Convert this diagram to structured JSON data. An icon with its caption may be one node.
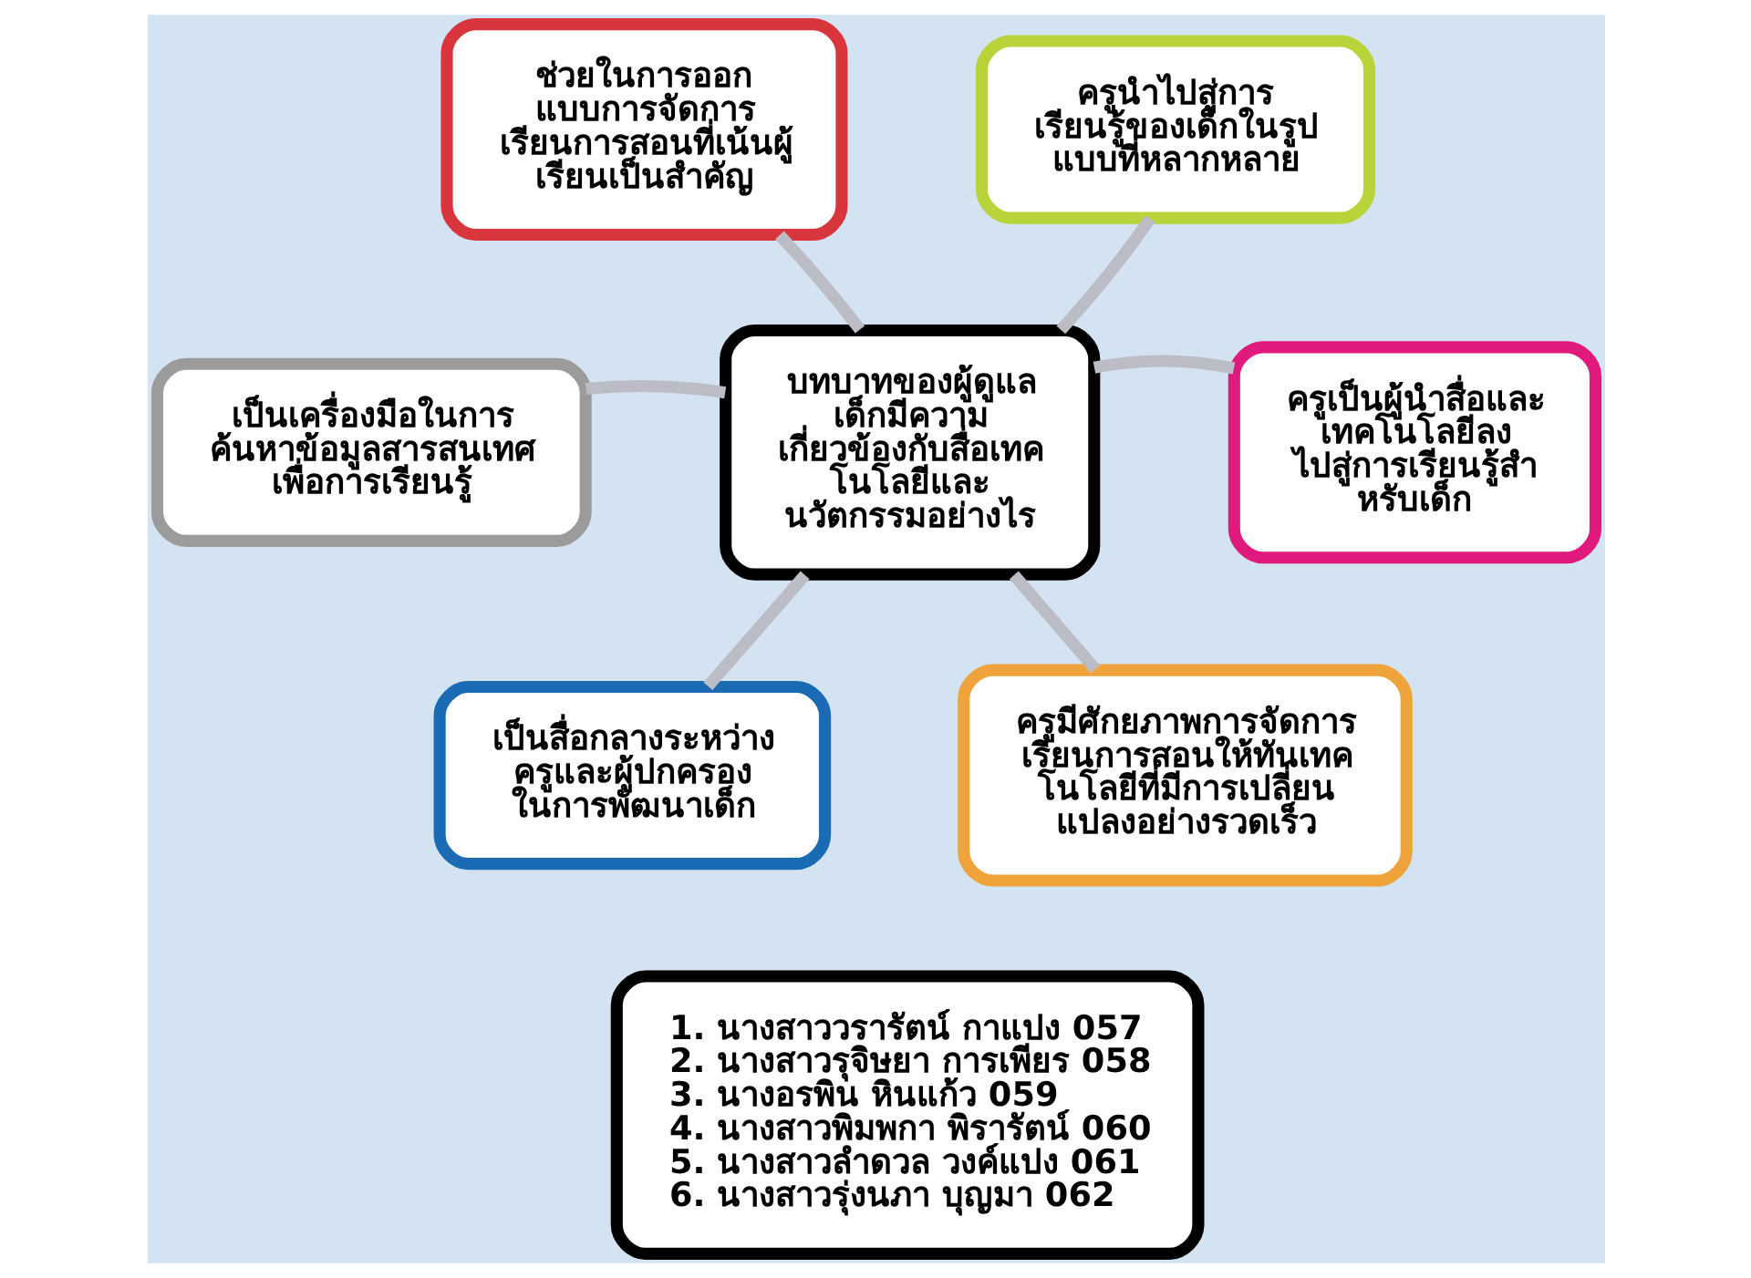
{
  "diagram": {
    "nodes": [
      {
        "text": [
          "ช่วยในการออกแบบการจัดการเรียนการสอนที่เน้นผู้เรียนเป็นสำคัญ"
        ]
      },
      {
        "text": [
          "ครูนำไปสู่การเรียนรู้ของเด็กในรูปแบบที่หลากหลาย"
        ]
      },
      {
        "text": [
          "เป็นเครื่องมือในการค้นหาข้อมูลสารสนเทศเพื่อการเรียนรู้"
        ]
      },
      {
        "text": [
          "บทบาทของผู้ดูแลเด็กมีความเกี่ยวข้องกับสื่อเทคโนโลยีและนวัตกรรมอย่างไร"
        ]
      },
      {
        "text": [
          "ครูเป็นผู้นำสื่อและเทคโนโลยีลงไปสู่การเรียนรู้สำหรับเด็ก"
        ]
      },
      {
        "text": [
          "เป็นสื่อกลางระหว่างครูและผู้ปกครองในการพัฒนาเด็ก"
        ]
      },
      {
        "text": [
          "ครูมีศักยภาพการจัดการเรียนการสอนให้ทันเทคโนโลยีที่มีการเปลี่ยนแปลงอย่างรวดเร็ว"
        ]
      },
      {
        "text": [
          "1. นางสาววรารัตน์ กาแปง 057",
          "2. นางสาวรุจิษยา การเพียร 058",
          "3. นางอรพิน หินแก้ว 059",
          "4. นางสาวพิมพกา พิรารัตน์ 060",
          "5. นางสาวลำดวล วงค์แปง 061",
          "6. นางสาวรุ่งนภา บุญมา 062"
        ]
      }
    ],
    "edges": [
      {
        "from": 3,
        "to": 0,
        "arrow": "none"
      },
      {
        "from": 3,
        "to": 1,
        "arrow": "none"
      },
      {
        "from": 3,
        "to": 2,
        "arrow": "none"
      },
      {
        "from": 3,
        "to": 4,
        "arrow": "none"
      },
      {
        "from": 3,
        "to": 5,
        "arrow": "none"
      },
      {
        "from": 3,
        "to": 6,
        "arrow": "none"
      }
    ]
  }
}
